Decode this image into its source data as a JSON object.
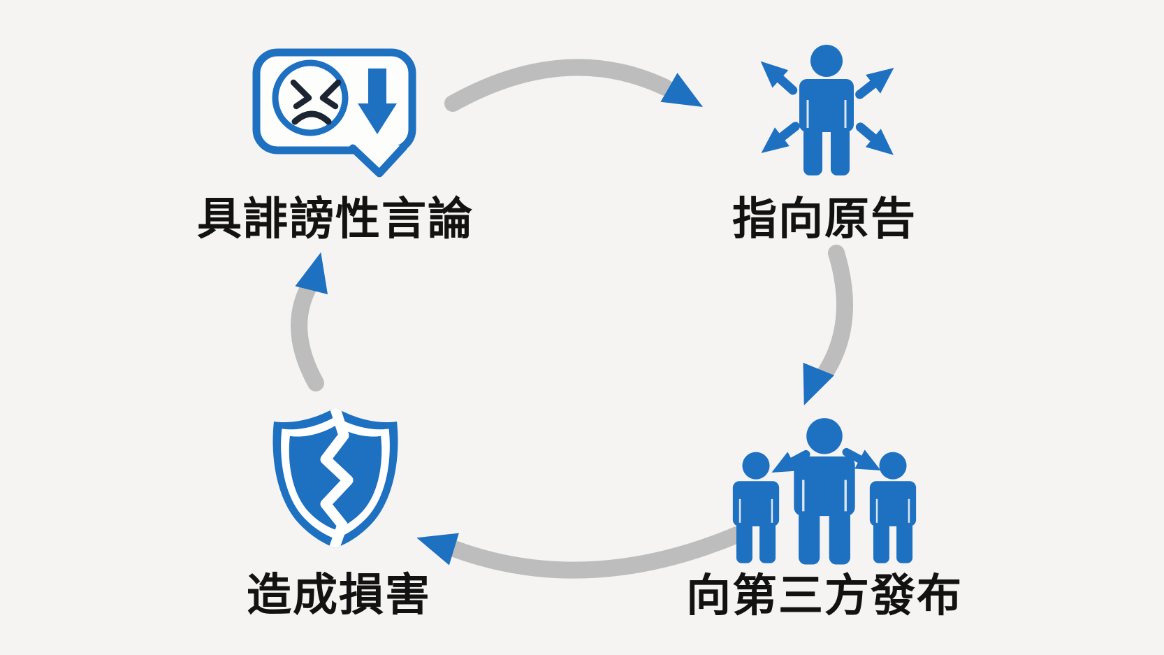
{
  "colors": {
    "background": "#f5f4f2",
    "primary_blue": "#1e70c0",
    "dark_navy": "#1c2531",
    "arrow_gray": "#bdbdbd",
    "text_color": "#121212",
    "bubble_fill": "#fdfdfc"
  },
  "diagram": {
    "type": "cycle",
    "direction": "clockwise",
    "nodes": [
      {
        "id": "defamatory-statement",
        "label": "具誹謗性言論",
        "icon": "angry-speech-bubble-icon",
        "position": "top-left"
      },
      {
        "id": "refers-to-plaintiff",
        "label": "指向原告",
        "icon": "person-outward-arrows-icon",
        "position": "top-right"
      },
      {
        "id": "publish-to-third-party",
        "label": "向第三方發布",
        "icon": "person-broadcast-to-third-parties-icon",
        "position": "bottom-right"
      },
      {
        "id": "causes-damage",
        "label": "造成損害",
        "icon": "broken-shield-icon",
        "position": "bottom-left"
      }
    ],
    "connections": [
      {
        "from": "具誹謗性言論",
        "to": "指向原告"
      },
      {
        "from": "指向原告",
        "to": "向第三方發布"
      },
      {
        "from": "向第三方發布",
        "to": "造成損害"
      },
      {
        "from": "造成損害",
        "to": "具誹謗性言論"
      }
    ]
  }
}
